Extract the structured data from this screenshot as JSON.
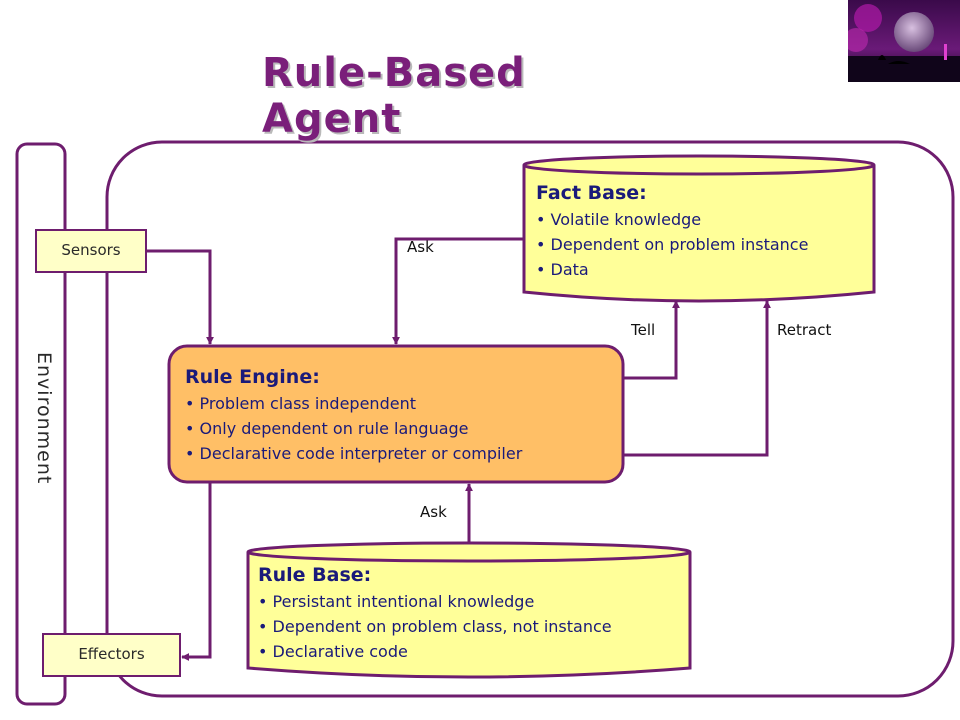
{
  "title": "Rule-Based Agent",
  "environment_label": "Environment",
  "sensors_label": "Sensors",
  "effectors_label": "Effectors",
  "fact_base": {
    "title": "Fact Base:",
    "items": [
      "Volatile knowledge",
      "Dependent on problem instance",
      "Data"
    ]
  },
  "rule_engine": {
    "title": "Rule Engine:",
    "items": [
      "Problem class independent",
      "Only dependent on rule language",
      "Declarative code interpreter or compiler"
    ]
  },
  "rule_base": {
    "title": "Rule Base:",
    "items": [
      "Persistant intentional knowledge",
      "Dependent on problem class, not instance",
      "Declarative code"
    ]
  },
  "connectors": {
    "ask_fact": "Ask",
    "tell": "Tell",
    "retract": "Retract",
    "ask_rule": "Ask"
  },
  "colors": {
    "border": "#6e1d6e",
    "title": "#7a1f7a",
    "fact_base_fill": "#ffff99",
    "rule_engine_fill": "#ffbf66",
    "rule_base_fill": "#ffff99",
    "panel_text": "#1a1a7a"
  },
  "icons": {
    "corner_image": "purple-night-scene-image"
  }
}
